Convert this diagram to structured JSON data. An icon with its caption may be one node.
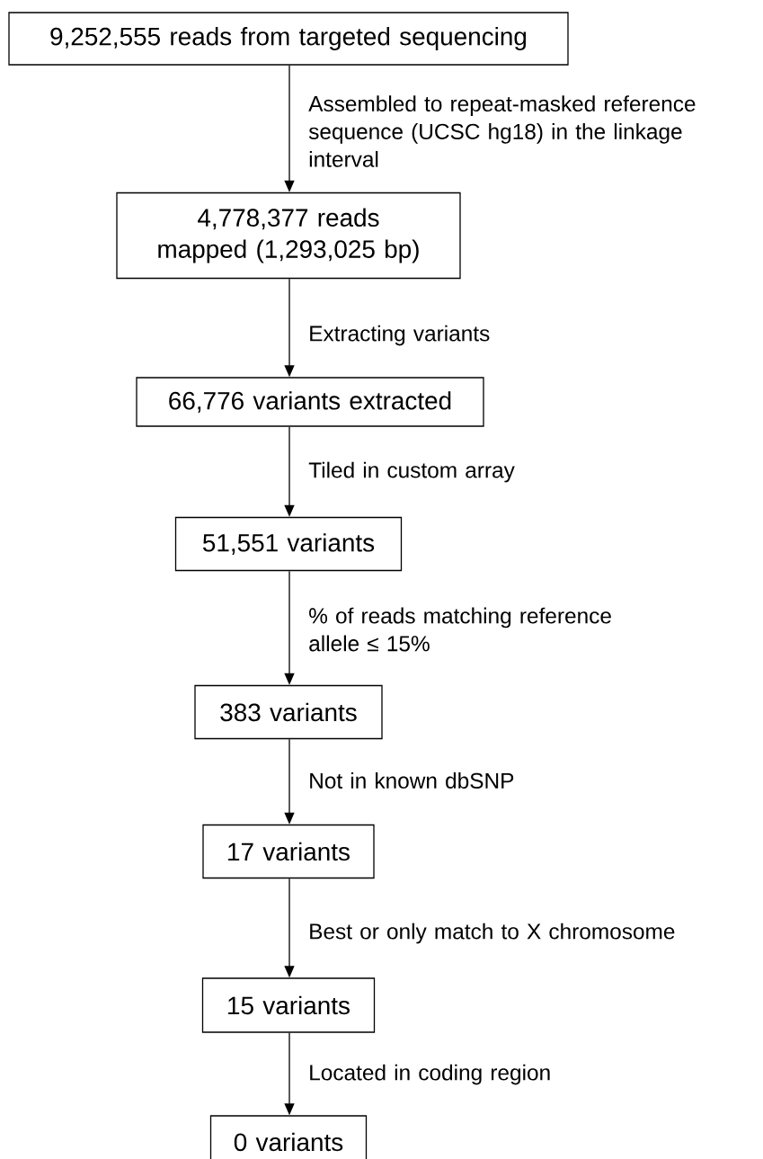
{
  "diagram": {
    "nodes": [
      {
        "text": [
          "9,252,555 reads from targeted sequencing"
        ]
      },
      {
        "text": [
          "4,778,377 reads mapped (1,293,025 bp)"
        ]
      },
      {
        "text": [
          "66,776 variants extracted"
        ]
      },
      {
        "text": [
          "51,551 variants"
        ]
      },
      {
        "text": [
          "383 variants"
        ]
      },
      {
        "text": [
          "17 variants"
        ]
      },
      {
        "text": [
          "15 variants"
        ]
      },
      {
        "text": [
          "0 variants"
        ]
      }
    ],
    "edges": [
      {
        "from": 0,
        "to": 1,
        "arrow": "to",
        "label": "Assembled to repeat-masked reference sequence (UCSC hg18) in the linkage interval"
      },
      {
        "from": 1,
        "to": 2,
        "arrow": "to",
        "label": "Extracting variants"
      },
      {
        "from": 2,
        "to": 3,
        "arrow": "to",
        "label": "Tiled in custom array"
      },
      {
        "from": 3,
        "to": 4,
        "arrow": "to",
        "label": "% of reads matching reference allele ≤ 15%"
      },
      {
        "from": 4,
        "to": 5,
        "arrow": "to",
        "label": "Not in known dbSNP"
      },
      {
        "from": 5,
        "to": 6,
        "arrow": "to",
        "label": "Best or only match to X chromosome"
      },
      {
        "from": 6,
        "to": 7,
        "arrow": "to",
        "label": "Located in coding region"
      }
    ]
  }
}
